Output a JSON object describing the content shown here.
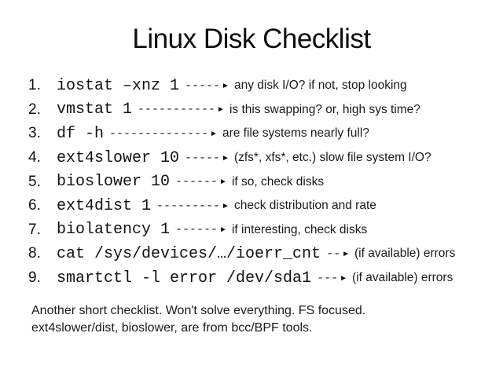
{
  "slide": {
    "title": "Linux Disk Checklist",
    "arrow_glyph": "►",
    "checklist": [
      {
        "num": "1.",
        "command": "iostat –xnz 1",
        "dashes": "-----",
        "desc": "any disk I/O? if not, stop looking"
      },
      {
        "num": "2.",
        "command": "vmstat 1",
        "dashes": "-----------",
        "desc": "is this swapping? or, high sys time?"
      },
      {
        "num": "3.",
        "command": "df -h",
        "dashes": "--------------",
        "desc": "are file systems nearly full?"
      },
      {
        "num": "4.",
        "command": "ext4slower 10",
        "dashes": "-----",
        "desc": "(zfs*, xfs*, etc.) slow file system I/O?"
      },
      {
        "num": "5.",
        "command": "bioslower 10",
        "dashes": "------",
        "desc": "if so, check disks"
      },
      {
        "num": "6.",
        "command": "ext4dist 1",
        "dashes": "---------",
        "desc": "check distribution and rate"
      },
      {
        "num": "7.",
        "command": "biolatency 1",
        "dashes": "------",
        "desc": "if interesting, check disks"
      },
      {
        "num": "8.",
        "command": "cat /sys/devices/…/ioerr_cnt",
        "dashes": "--",
        "desc": "(if available) errors"
      },
      {
        "num": "9.",
        "command": "smartctl -l error /dev/sda1",
        "dashes": "---",
        "desc": "(if available) errors"
      }
    ],
    "footer_line1": "Another short checklist. Won't solve everything. FS focused.",
    "footer_line2": "ext4slower/dist, bioslower, are from bcc/BPF tools.",
    "colors": {
      "background": "#ffffff",
      "text": "#111111"
    }
  }
}
